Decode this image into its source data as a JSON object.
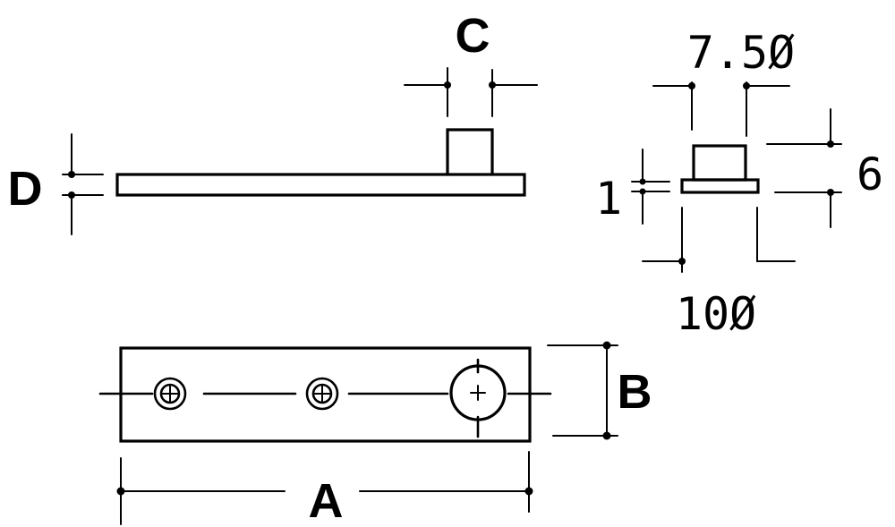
{
  "labels": {
    "a": "A",
    "b": "B",
    "c": "C",
    "d": "D",
    "dim_7_5": "7.5Ø",
    "dim_6": "6",
    "dim_1": "1",
    "dim_10": "10Ø"
  }
}
